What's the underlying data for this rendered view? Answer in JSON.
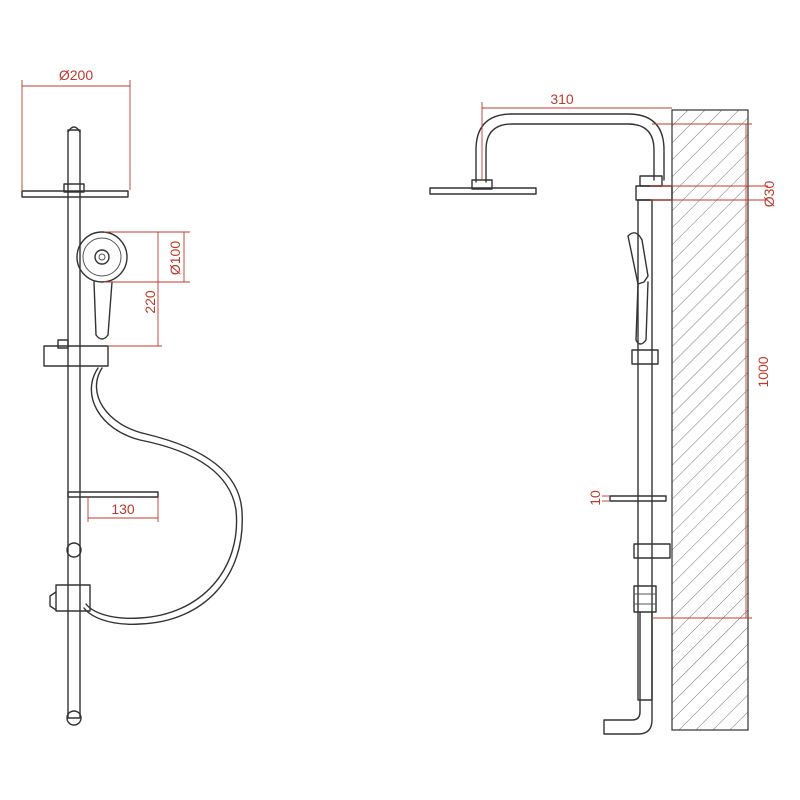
{
  "dimensions": {
    "overhead_diameter": "Ø200",
    "handset_diameter": "Ø100",
    "handset_height": "220",
    "shelf_width": "130",
    "arm_reach": "310",
    "bracket_diameter": "Ø30",
    "riser_height": "1000",
    "shelf_thickness": "10"
  },
  "colors": {
    "line": "#333333",
    "dimension": "#c0392b"
  }
}
